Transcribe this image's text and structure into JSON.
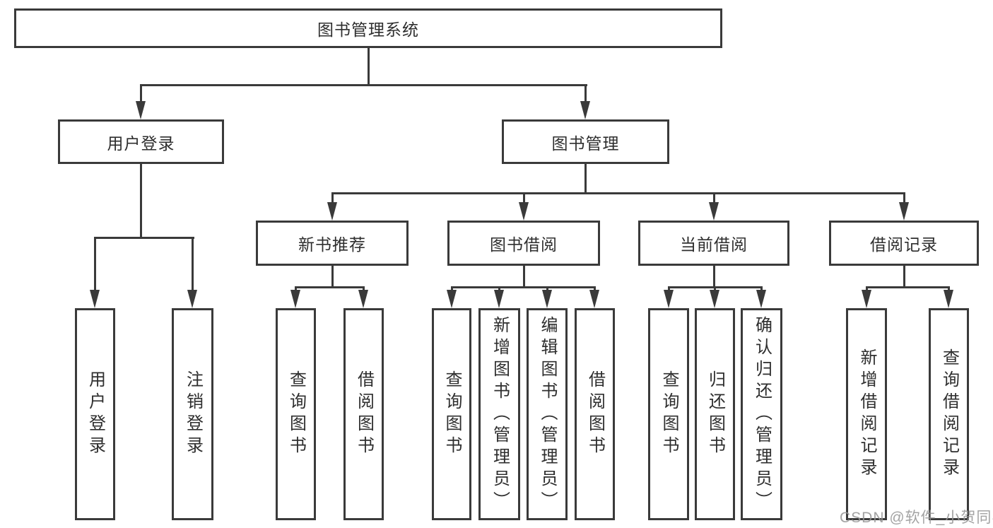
{
  "diagram": {
    "root": {
      "label": "图书管理系统"
    },
    "level2": {
      "user_login": {
        "label": "用户登录"
      },
      "book_mgmt": {
        "label": "图书管理"
      }
    },
    "level3": {
      "new_book": {
        "label": "新书推荐"
      },
      "borrow": {
        "label": "图书借阅"
      },
      "current": {
        "label": "当前借阅"
      },
      "record": {
        "label": "借阅记录"
      }
    },
    "leaves": {
      "login": {
        "label": "用户登录"
      },
      "logout": {
        "label": "注销登录"
      },
      "nb_query": {
        "label": "查询图书"
      },
      "nb_borrow": {
        "label": "借阅图书"
      },
      "bb_query": {
        "label": "查询图书"
      },
      "bb_add": {
        "label": "新增图书（管理员）"
      },
      "bb_edit": {
        "label": "编辑图书（管理员）"
      },
      "bb_borrow": {
        "label": "借阅图书"
      },
      "cb_query": {
        "label": "查询图书"
      },
      "cb_return": {
        "label": "归还图书"
      },
      "cb_confirm": {
        "label": "确认归还（管理员）"
      },
      "br_add": {
        "label": "新增借阅记录"
      },
      "br_query": {
        "label": "查询借阅记录"
      }
    },
    "colors": {
      "line": "#3a3a3a",
      "text": "#2e2e2e",
      "background": "#ffffff",
      "watermark": "#969696"
    }
  },
  "watermark": {
    "text": "CSDN @软件_小贺同学"
  }
}
